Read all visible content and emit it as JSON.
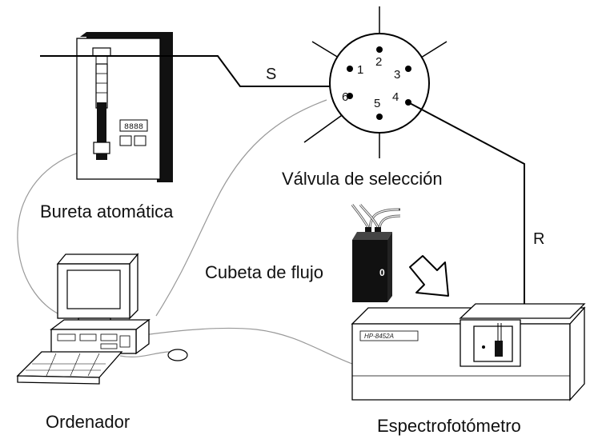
{
  "labels": {
    "burette": "Bureta atomática",
    "valve": "Válvula de selección",
    "flow_cell": "Cubeta de flujo",
    "computer": "Ordenador",
    "spectro": "Espectrofotómetro",
    "line_s": "S",
    "line_r": "R",
    "spectro_model": "HP-8452A",
    "cell_mark": "0"
  },
  "valve_ports": [
    "1",
    "2",
    "3",
    "4",
    "5",
    "6"
  ],
  "burette_display": "8888"
}
